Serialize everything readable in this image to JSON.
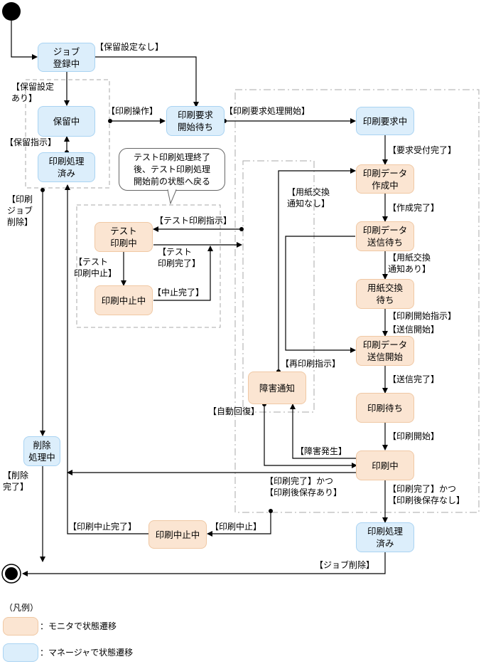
{
  "colors": {
    "manager_fill": "#dceefb",
    "monitor_fill": "#fbe5d2",
    "line": "#000000",
    "dashed_border": "#aaaaaa"
  },
  "states": {
    "job_registering": "ジョブ\n登録中",
    "holding": "保留中",
    "print_processed_left": "印刷処理\n済み",
    "waiting_print_request_start": "印刷要求\n開始待ち",
    "print_requesting": "印刷要求中",
    "print_data_creating": "印刷データ\n作成中",
    "waiting_print_data_send": "印刷データ\n送信待ち",
    "waiting_paper_change": "用紙交換\n待ち",
    "print_data_send_start": "印刷データ\n送信開始",
    "waiting_print": "印刷待ち",
    "printing": "印刷中",
    "print_processed": "印刷処理\n済み",
    "test_printing": "テスト\n印刷中",
    "test_print_stopping": "印刷中止中",
    "failure_notice": "障害通知",
    "deleting": "削除\n処理中",
    "print_stopping": "印刷中止中"
  },
  "labels": {
    "no_hold": "【保留設定なし】",
    "hold_set": "【保留設定\nあり】",
    "hold_instruction": "【保留指示】",
    "print_operation": "【印刷操作】",
    "print_request_start": "【印刷要求処理開始】",
    "request_accepted": "【要求受付完了】",
    "creation_done": "【作成完了】",
    "paper_change_notice": "【用紙交換\n通知あり】",
    "no_paper_change_notice": "【用紙交換\n通知なし】",
    "print_start_instruction": "【印刷開始指示】",
    "send_start": "【送信開始】",
    "send_done": "【送信完了】",
    "print_start": "【印刷開始】",
    "reprint_instruction": "【再印刷指示】",
    "failure_occurred": "【障害発生】",
    "auto_recovery": "【自動回復】",
    "print_done_save": "【印刷完了】かつ\n【印刷後保存あり】",
    "print_done_nosave": "【印刷完了】かつ\n【印刷後保存なし】",
    "print_stop": "【印刷中止】",
    "print_stop_done": "【印刷中止完了】",
    "job_delete_bottom": "【ジョブ削除】",
    "print_job_delete": "【印刷\nジョブ\n削除】",
    "delete_done": "【削除\n完了】",
    "test_print_instruction": "【テスト印刷指示】",
    "test_print_done": "【テスト\n印刷完了】",
    "test_print_stop": "【テスト\n印刷中止】",
    "stop_done": "【中止完了】"
  },
  "callout": "テスト印刷処理終了\n後、テスト印刷処理\n開始前の状態へ戻る",
  "legend": {
    "title": "（凡例）",
    "monitor": "：モニタで状態遷移",
    "manager": "：マネージャで状態遷移"
  }
}
